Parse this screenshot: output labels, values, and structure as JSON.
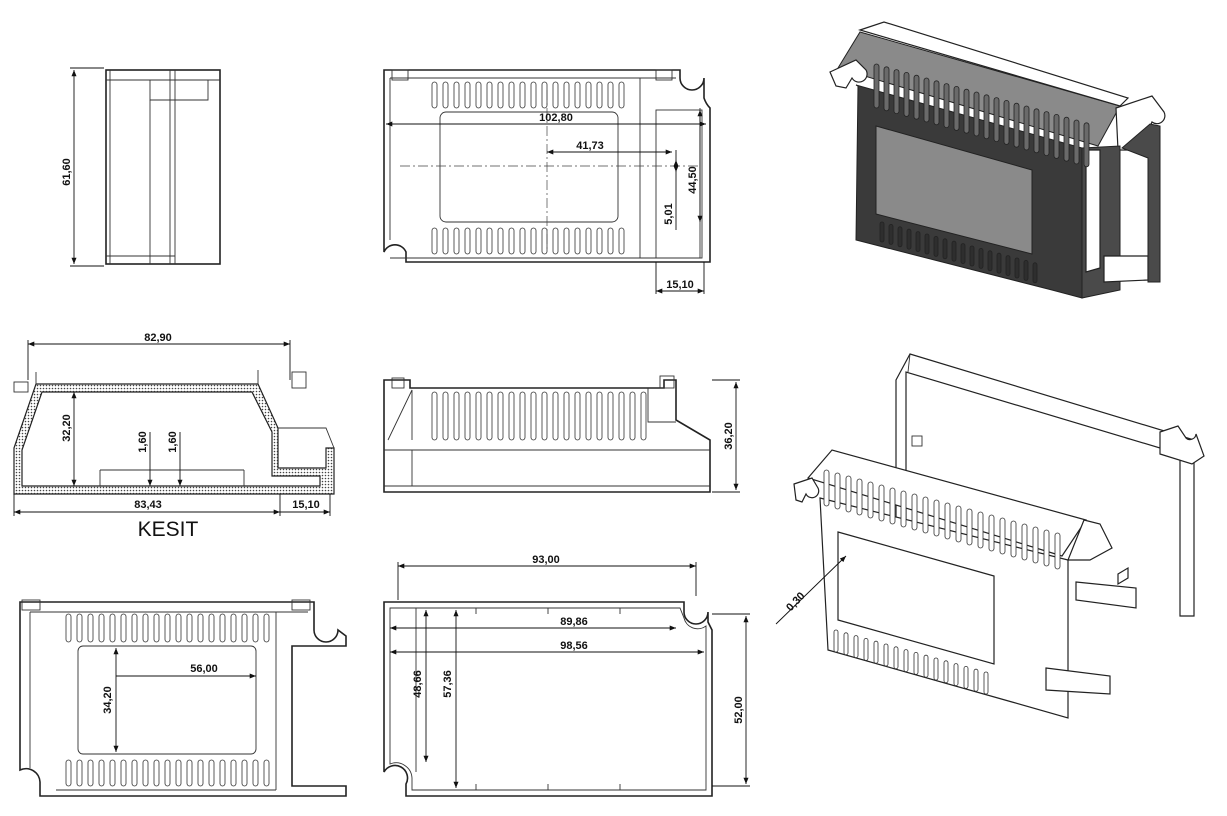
{
  "dimensions": {
    "side_height": "61,60",
    "top_length": "102,80",
    "top_offset": "41,73",
    "top_width": "44,50",
    "top_small": "5,01",
    "top_tab": "15,10",
    "section_top_length": "82,90",
    "section_height": "32,20",
    "section_wall_1": "1,60",
    "section_wall_2": "1,60",
    "section_bottom_length": "83,43",
    "section_tab": "15,10",
    "front_height": "36,20",
    "bottom_window_w": "56,00",
    "bottom_window_h": "34,20",
    "inner_overall": "93,00",
    "inner_len_1": "89,86",
    "inner_len_2": "98,56",
    "inner_h_1": "48,66",
    "inner_h_2": "57,36",
    "inner_h_3": "52,00",
    "iso_wall": "0,30"
  },
  "labels": {
    "section_caption": "KESIT"
  }
}
